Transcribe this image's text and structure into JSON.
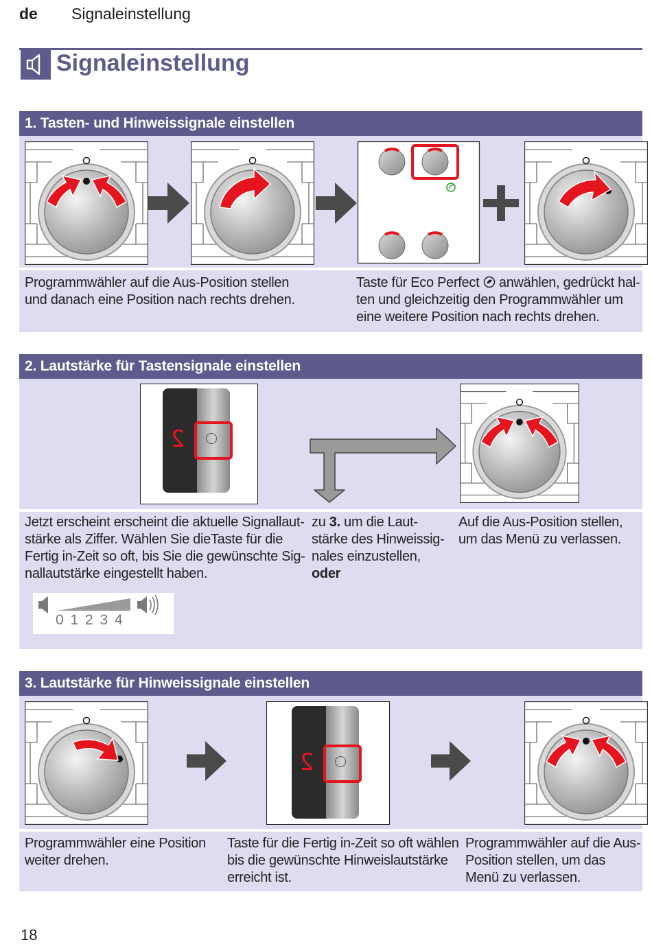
{
  "header": {
    "lang": "de",
    "title": "Signaleinstellung"
  },
  "page_title": "Signaleinstellung",
  "icon": "speaker-icon",
  "sections": [
    {
      "title": "1. Tasten- und Hinweissignale einstellen",
      "texts": [
        [
          "Programmwähler auf die Aus-Position stellen",
          "und danach eine Position nach rechts drehen."
        ],
        [
          "Taste für Eco Perfect",
          "anwählen, gedrückt hal-",
          "ten und gleichzeitig den Programmwähler um",
          "eine weitere Position nach rechts drehen."
        ]
      ]
    },
    {
      "title": "2. Lautstärke für Tastensignale einstellen",
      "display_digit": "2",
      "texts": [
        [
          "Jetzt erscheint erscheint die aktuelle Signallaut-",
          "stärke als Ziffer. Wählen Sie dieTaste für die",
          "Fertig in-Zeit so oft, bis Sie die gewünschte Sig-",
          "nallautstärke eingestellt haben."
        ],
        [
          "zu",
          "3.",
          "um die Laut-",
          "stärke des Hinweissig-",
          "nales einzustellen,",
          "oder"
        ],
        [
          "Auf die Aus-Position stellen,",
          "um das Menü zu verlassen."
        ]
      ],
      "volume_scale": "0 1 2 3 4"
    },
    {
      "title": "3. Lautstärke für Hinweissignale einstellen",
      "display_digit": "2",
      "texts": [
        [
          "Programmwähler eine Position",
          "weiter drehen."
        ],
        [
          "Taste für die Fertig in-Zeit so oft wählen",
          "bis die gewünschte Hinweislautstärke",
          "erreicht ist."
        ],
        [
          "Programmwähler auf die Aus-",
          "Position stellen, um das",
          "Menü zu verlassen."
        ]
      ]
    }
  ],
  "page_number": "18",
  "colors": {
    "accent": "#5d5a8c",
    "panel": "#dedcf0",
    "highlight": "#e4151f"
  }
}
